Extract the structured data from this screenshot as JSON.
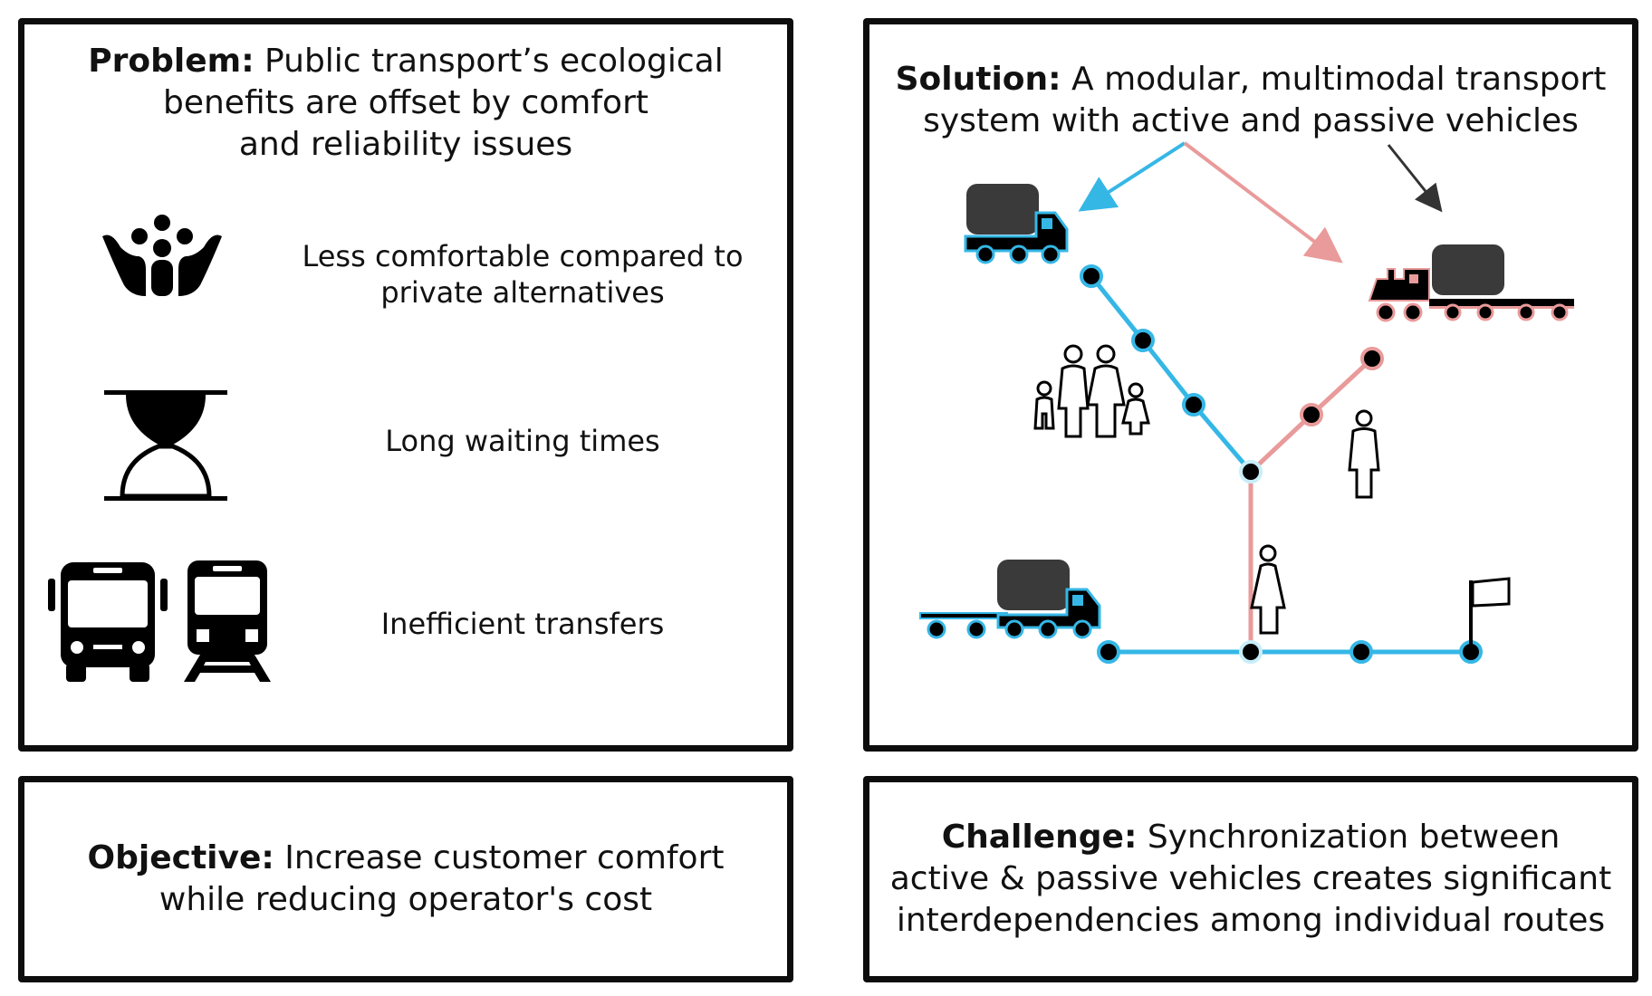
{
  "problem": {
    "label": "Problem:",
    "text_lines": [
      "Public transport’s ecological",
      "benefits are offset by comfort",
      "and reliability issues"
    ],
    "items": [
      {
        "icon": "comfort-hands-icon",
        "lines": [
          "Less comfortable compared to",
          "private alternatives"
        ]
      },
      {
        "icon": "hourglass-icon",
        "lines": [
          "Long waiting times"
        ]
      },
      {
        "icon": "bus-train-icon",
        "lines": [
          "Inefficient transfers"
        ]
      }
    ]
  },
  "solution": {
    "label": "Solution:",
    "text_lines": [
      "A modular, multimodal transport",
      "system with active and passive vehicles"
    ]
  },
  "objective": {
    "label": "Objective:",
    "text_lines": [
      "Increase customer comfort",
      "while reducing operator's cost"
    ]
  },
  "challenge": {
    "label": "Challenge:",
    "text_lines": [
      "Synchronization between",
      "active & passive vehicles creates significant",
      "interdependencies among individual routes"
    ]
  },
  "colors": {
    "blue_route": "#35b7e6",
    "red_route": "#e99a9a",
    "pod": "#3a3a3a",
    "border": "#0d0d0d"
  }
}
